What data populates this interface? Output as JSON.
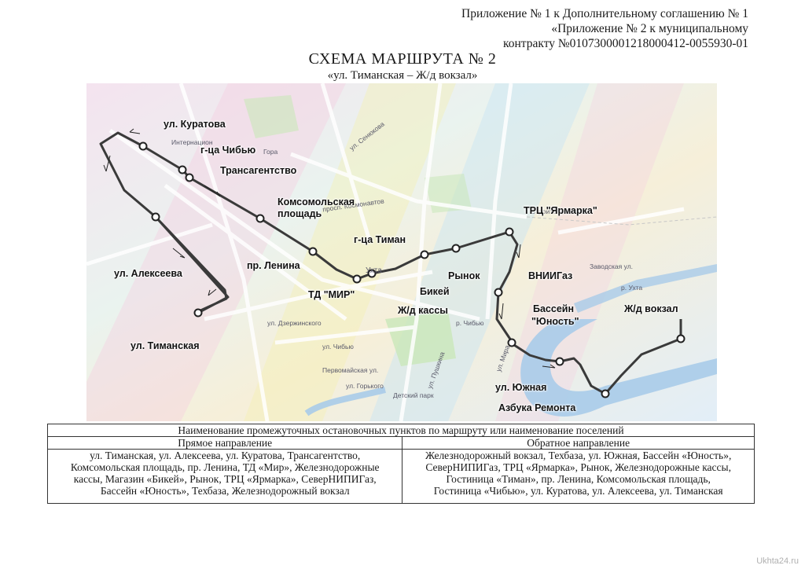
{
  "header": {
    "appendix_line1": "Приложение № 1 к Дополнительному соглашению № 1",
    "appendix_line2": "«Приложение № 2 к муниципальному",
    "appendix_line3": "контракту №0107300001218000412-0055930-01",
    "title": "СХЕМА МАРШРУТА № 2",
    "subtitle": "«ул. Тиманская – Ж/д вокзал»"
  },
  "map": {
    "stops": [
      {
        "label": "ул. Куратова"
      },
      {
        "label": "г-ца Чибью"
      },
      {
        "label": "Трансагентство"
      },
      {
        "label": "Комсомольская"
      },
      {
        "label": "площадь"
      },
      {
        "label": "пр. Ленина"
      },
      {
        "label": "ТД \"МИР\""
      },
      {
        "label": "г-ца Тиман"
      },
      {
        "label": "Ж/д кассы"
      },
      {
        "label": "Бикей"
      },
      {
        "label": "Рынок"
      },
      {
        "label": "ТРЦ \"Ярмарка\""
      },
      {
        "label": "ВНИИГаз"
      },
      {
        "label": "Бассейн"
      },
      {
        "label": "\"Юность\""
      },
      {
        "label": "Ж/д вокзал"
      },
      {
        "label": "ул. Южная"
      },
      {
        "label": "Азбука Ремонта"
      },
      {
        "label": "ул. Алексеева"
      },
      {
        "label": "ул. Тиманская"
      }
    ],
    "streets": [
      {
        "label": "Интернацион"
      },
      {
        "label": "ул. Сенюкова"
      },
      {
        "label": "просп. Космонавтов"
      },
      {
        "label": "Ухта"
      },
      {
        "label": "р. Чибью"
      },
      {
        "label": "р. Ухта"
      },
      {
        "label": "Строительная ул."
      },
      {
        "label": "ул. Мира"
      },
      {
        "label": "ул. Дзержинского"
      },
      {
        "label": "Детский парк"
      },
      {
        "label": "Первомайская ул."
      },
      {
        "label": "ул. Горького"
      },
      {
        "label": "Заводская ул."
      },
      {
        "label": "ул. Пушкина"
      },
      {
        "label": "Гора"
      },
      {
        "label": "ул. Чибью"
      }
    ],
    "colors": {
      "route": "#3a3a3a",
      "river": "#a9cbe9",
      "park": "#c9e7b9",
      "tint_pink": "#f5c9e0",
      "tint_yellow": "#f6f0b0",
      "tint_blue": "#c7e4f5",
      "street": "#ffffff"
    }
  },
  "table": {
    "header": "Наименование промежуточных остановочных пунктов по маршруту или наименование поселений",
    "forward_label": "Прямое направление",
    "reverse_label": "Обратное направление",
    "forward_lines": [
      "ул. Тиманская, ул. Алексеева, ул. Куратова, Трансагентство,",
      "Комсомольская площадь, пр. Ленина, ТД «Мир», Железнодорожные",
      "кассы, Магазин «Бикей», Рынок, ТРЦ «Ярмарка», СеверНИПИГаз,",
      "Бассейн «Юность», Техбаза, Железнодорожный вокзал"
    ],
    "reverse_lines": [
      "Железнодорожный вокзал, Техбаза, ул. Южная, Бассейн «Юность»,",
      "СеверНИПИГаз, ТРЦ «Ярмарка», Рынок, Железнодорожные кассы,",
      "Гостиница «Тиман», пр. Ленина, Комсомольская площадь,",
      "Гостиница «Чибью», ул. Куратова, ул. Алексеева, ул. Тиманская"
    ]
  },
  "watermark": "Ukhta24.ru"
}
